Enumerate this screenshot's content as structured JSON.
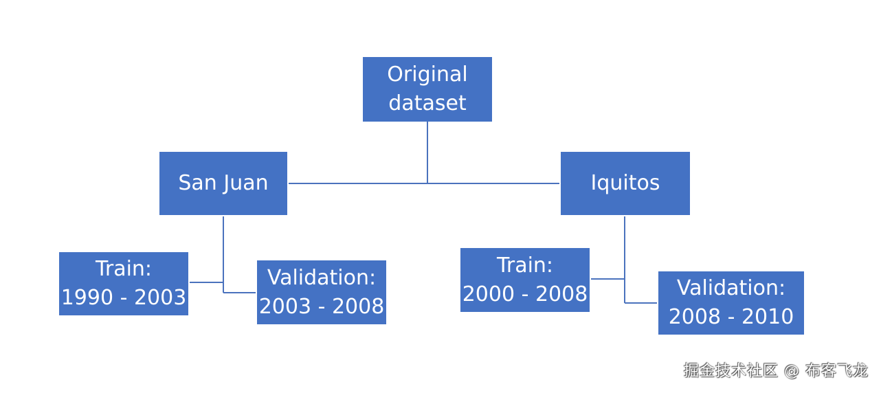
{
  "nodes": {
    "original": {
      "line1": "Original",
      "line2": "dataset"
    },
    "san_juan": {
      "label": "San Juan"
    },
    "iquitos": {
      "label": "Iquitos"
    },
    "san_juan_train": {
      "line1": "Train:",
      "line2": "1990 - 2003"
    },
    "san_juan_validation": {
      "line1": "Validation:",
      "line2": "2003 - 2008"
    },
    "iquitos_train": {
      "line1": "Train:",
      "line2": "2000 - 2008"
    },
    "iquitos_validation": {
      "line1": "Validation:",
      "line2": "2008 - 2010"
    }
  },
  "colors": {
    "node_fill": "#4472c4",
    "node_text": "#ffffff",
    "connector": "#4a72bd",
    "background": "#ffffff"
  },
  "watermark": {
    "text": "掘金技术社区 @ 布客飞龙"
  }
}
